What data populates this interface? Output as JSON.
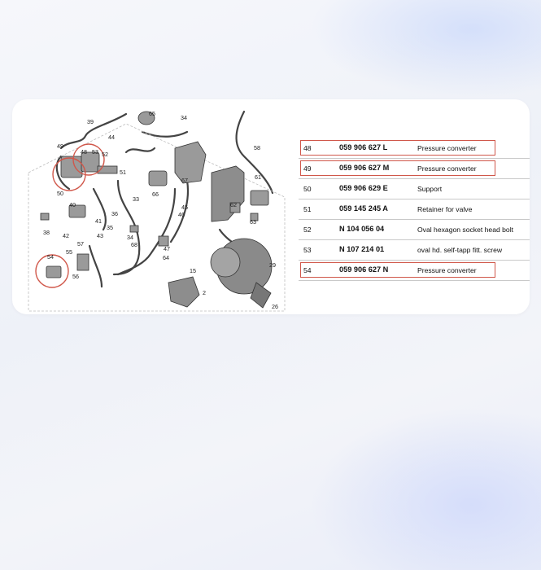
{
  "parts_table": {
    "rows": [
      {
        "pos": "48",
        "part": "059 906 627 L",
        "desc": "Pressure converter",
        "highlighted": true
      },
      {
        "pos": "49",
        "part": "059 906 627 M",
        "desc": "Pressure converter",
        "highlighted": true
      },
      {
        "pos": "50",
        "part": "059 906 629 E",
        "desc": "Support",
        "highlighted": false
      },
      {
        "pos": "51",
        "part": "059 145 245 A",
        "desc": "Retainer for valve",
        "highlighted": false
      },
      {
        "pos": "52",
        "part": "N  104 056 04",
        "desc": "Oval hexagon socket head bolt",
        "highlighted": false
      },
      {
        "pos": "53",
        "part": "N  107 214 01",
        "desc": "oval hd. self-tapp fitt. screw",
        "highlighted": false
      },
      {
        "pos": "54",
        "part": "059 906 627 N",
        "desc": "Pressure converter",
        "highlighted": true
      }
    ]
  },
  "diagram": {
    "callouts": [
      "39",
      "65",
      "34",
      "44",
      "49",
      "48",
      "53",
      "52",
      "51",
      "58",
      "50",
      "33",
      "67",
      "66",
      "40",
      "36",
      "35",
      "45",
      "46",
      "61",
      "62",
      "63",
      "41",
      "38",
      "43",
      "42",
      "57",
      "34",
      "68",
      "47",
      "64",
      "55",
      "54",
      "56",
      "15",
      "2",
      "29",
      "26"
    ],
    "highlight_color": "#d0574a"
  }
}
